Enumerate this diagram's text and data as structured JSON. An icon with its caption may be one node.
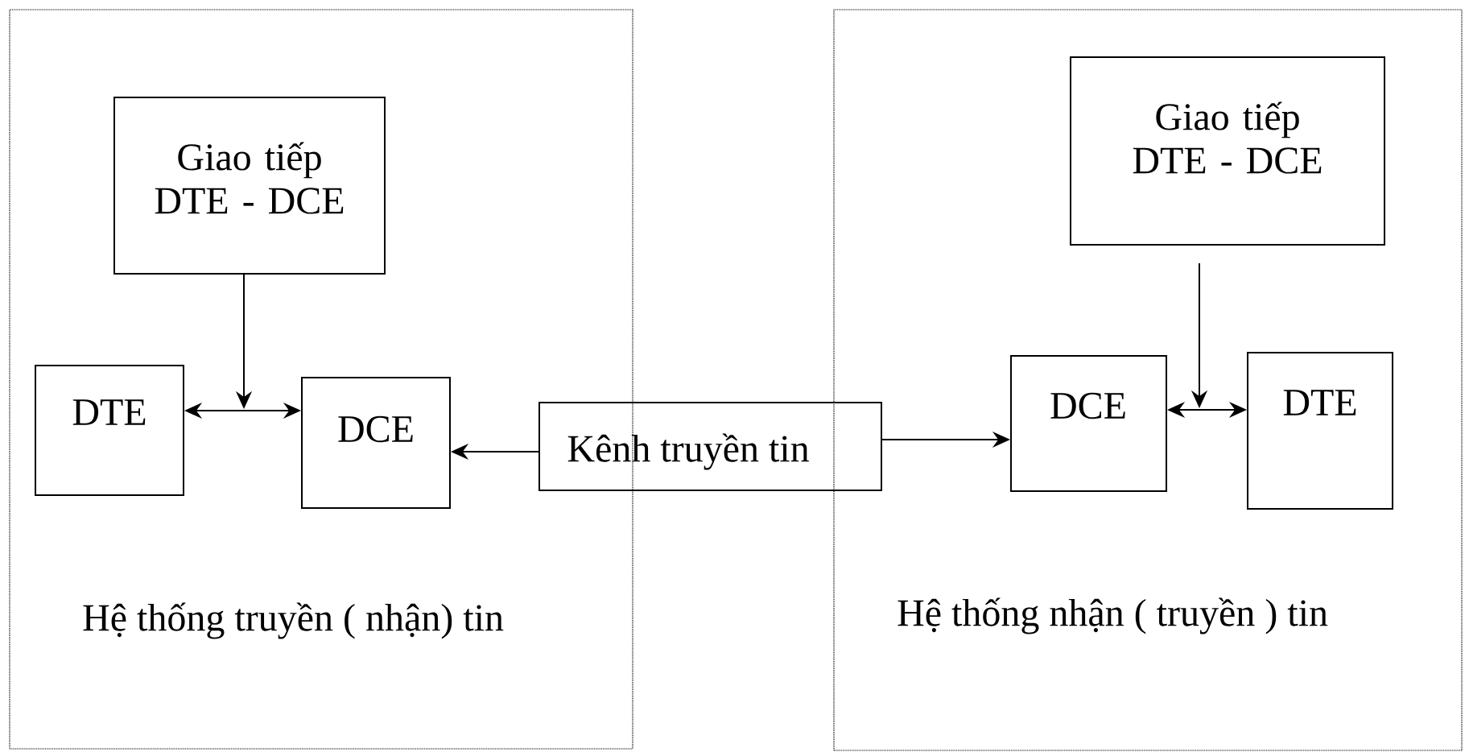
{
  "diagram": {
    "nodes": [
      {
        "text": [
          "Hệ thống truyền ( nhận) tin"
        ]
      },
      {
        "text": [
          "Giao tiếp DTE - DCE"
        ],
        "in": 0
      },
      {
        "text": [
          "DTE"
        ],
        "in": 0
      },
      {
        "text": [
          "DCE"
        ],
        "in": 0
      },
      {
        "text": [
          "Kênh truyền tin"
        ]
      },
      {
        "text": [
          "Hệ thống nhận ( truyền ) tin"
        ]
      },
      {
        "text": [
          "Giao tiếp DTE - DCE"
        ],
        "in": 5
      },
      {
        "text": [
          "DCE"
        ],
        "in": 5
      },
      {
        "text": [
          "DTE"
        ],
        "in": 5
      }
    ],
    "edges": [
      {
        "from": 2,
        "to": 3,
        "arrow": "both"
      },
      {
        "from": 1,
        "to": null,
        "arrow": "to"
      },
      {
        "from": 4,
        "to": 3,
        "arrow": "to"
      },
      {
        "from": 4,
        "to": 7,
        "arrow": "to"
      },
      {
        "from": 7,
        "to": 8,
        "arrow": "both"
      },
      {
        "from": 6,
        "to": null,
        "arrow": "to"
      }
    ]
  }
}
